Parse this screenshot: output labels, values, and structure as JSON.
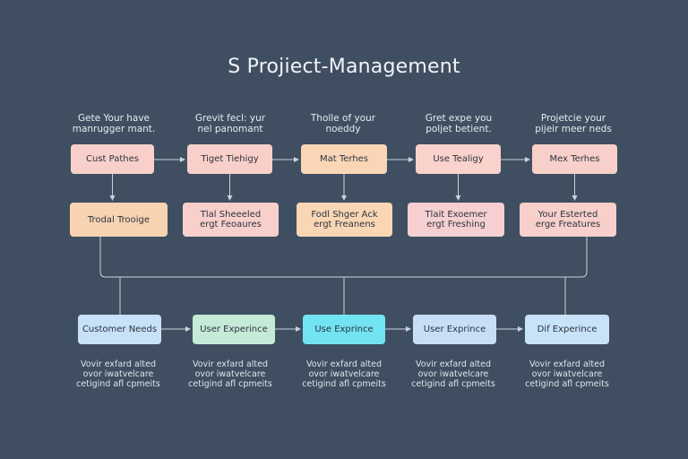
{
  "title": "S Projiect-Management",
  "colors": {
    "background": "#3f4f61",
    "connector": "#c9d2db",
    "row1": "#f7cfc8",
    "row2": "#f9d2b0",
    "row3_customer": "#c7e1f6",
    "row3_green": "#c6ead8",
    "row3_cyan": "#72e3f1",
    "row3_blue": "#c7def5",
    "row3_blue2": "#c8e2f7"
  },
  "top_captions": [
    [
      "Gete Your have",
      "manrugger mant."
    ],
    [
      "Grevit fecl: yur",
      "nel panomant"
    ],
    [
      "Tholle of your",
      "noeddy"
    ],
    [
      "Gret expe you",
      "poljet betient."
    ],
    [
      "Projetcie your",
      "pijeir meer neds"
    ]
  ],
  "row1": [
    "Cust Pathes",
    "Tiget Tiehigy",
    "Mat Terhes",
    "Use Tealigy",
    "Mex Terhes"
  ],
  "row2": [
    [
      "Trodal Trooige"
    ],
    [
      "Tlal Sheeeled",
      "ergt Feoaures"
    ],
    [
      "Fodl Shger Ack",
      "ergt Freanens"
    ],
    [
      "Tlait Exoemer",
      "ergt Freshing"
    ],
    [
      "Your Esterted",
      "erge Freatures"
    ]
  ],
  "row3": [
    "Customer Needs",
    "User Experince",
    "Use Exprince",
    "User Exprince",
    "Dif Experince"
  ],
  "bottom_captions": [
    [
      "Vovir exfard alted",
      "ovor iwatvelcare",
      "cetigind afl cpmeits"
    ],
    [
      "Vovir exfard alted",
      "ovor iwatvelcare",
      "cetigind afl cpmeits"
    ],
    [
      "Vovir exfard alted",
      "ovor iwatvelcare",
      "cetigind afl cpmeits"
    ],
    [
      "Vovir exfard alted",
      "ovor iwatvelcare",
      "cetigind afl cpmeits"
    ],
    [
      "Vovir exfard alted",
      "ovor iwatvelcare",
      "cetigind afl cpmeits"
    ]
  ]
}
